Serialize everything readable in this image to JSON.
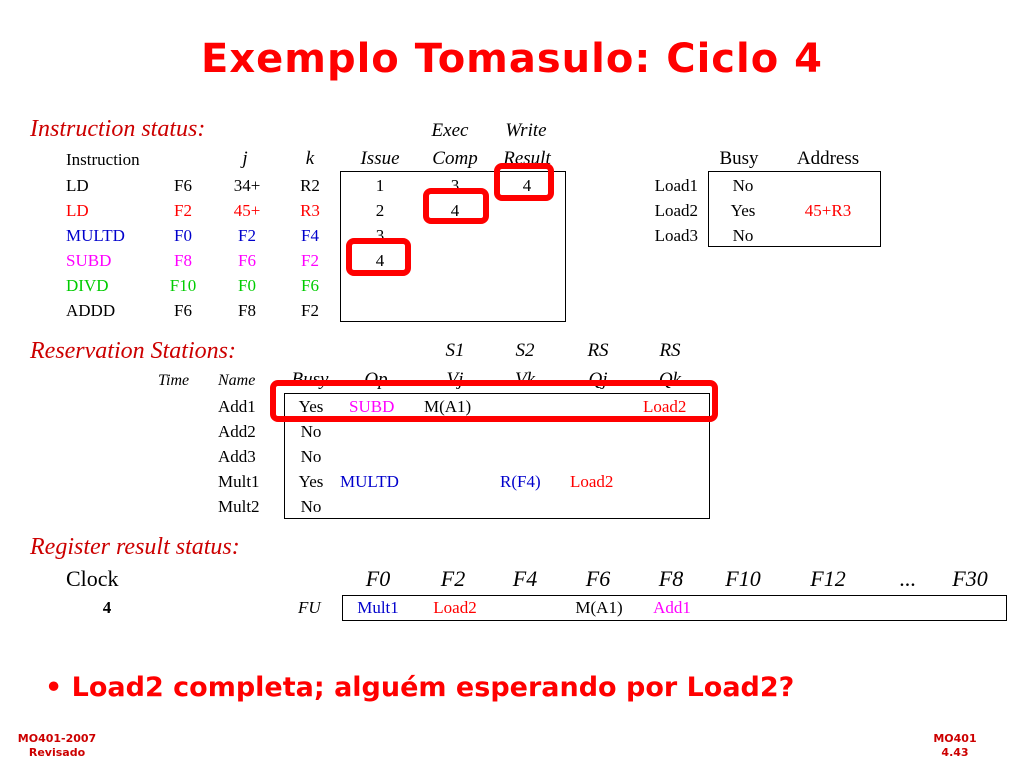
{
  "title": "Exemplo Tomasulo: Ciclo 4",
  "instruction_status": {
    "heading": "Instruction status:",
    "headers": {
      "instruction": "Instruction",
      "j": "j",
      "k": "k",
      "issue": "Issue",
      "exec_top": "Exec",
      "exec_bottom": "Comp",
      "write_top": "Write",
      "write_bottom": "Result"
    },
    "rows": [
      {
        "op": "LD",
        "dest": "F6",
        "j": "34+",
        "k": "R2",
        "issue": "1",
        "exec": "3",
        "write": "4",
        "color": "#000000"
      },
      {
        "op": "LD",
        "dest": "F2",
        "j": "45+",
        "k": "R3",
        "issue": "2",
        "exec": "4",
        "write": "",
        "color": "#ff0000"
      },
      {
        "op": "MULTD",
        "dest": "F0",
        "j": "F2",
        "k": "F4",
        "issue": "3",
        "exec": "",
        "write": "",
        "color": "#0000cc"
      },
      {
        "op": "SUBD",
        "dest": "F8",
        "j": "F6",
        "k": "F2",
        "issue": "4",
        "exec": "",
        "write": "",
        "color": "#ff00ff"
      },
      {
        "op": "DIVD",
        "dest": "F10",
        "j": "F0",
        "k": "F6",
        "issue": "",
        "exec": "",
        "write": "",
        "color": "#00cc00"
      },
      {
        "op": "ADDD",
        "dest": "F6",
        "j": "F8",
        "k": "F2",
        "issue": "",
        "exec": "",
        "write": "",
        "color": "#000000"
      }
    ]
  },
  "load_buffers": {
    "headers": {
      "busy": "Busy",
      "address": "Address"
    },
    "rows": [
      {
        "name": "Load1",
        "busy": "No",
        "address": ""
      },
      {
        "name": "Load2",
        "busy": "Yes",
        "address": "45+R3"
      },
      {
        "name": "Load3",
        "busy": "No",
        "address": ""
      }
    ]
  },
  "reservation_stations": {
    "heading": "Reservation Stations:",
    "top_headers": {
      "s1": "S1",
      "s2": "S2",
      "rs1": "RS",
      "rs2": "RS"
    },
    "headers": {
      "time": "Time",
      "name": "Name",
      "busy": "Busy",
      "op": "Op",
      "vj": "Vj",
      "vk": "Vk",
      "qj": "Qj",
      "qk": "Qk"
    },
    "rows": [
      {
        "name": "Add1",
        "busy": "Yes",
        "op": "SUBD",
        "vj": "M(A1)",
        "vk": "",
        "qj": "",
        "qk": "Load2"
      },
      {
        "name": "Add2",
        "busy": "No",
        "op": "",
        "vj": "",
        "vk": "",
        "qj": "",
        "qk": ""
      },
      {
        "name": "Add3",
        "busy": "No",
        "op": "",
        "vj": "",
        "vk": "",
        "qj": "",
        "qk": ""
      },
      {
        "name": "Mult1",
        "busy": "Yes",
        "op": "MULTD",
        "vj": "",
        "vk": "R(F4)",
        "qj": "Load2",
        "qk": ""
      },
      {
        "name": "Mult2",
        "busy": "No",
        "op": "",
        "vj": "",
        "vk": "",
        "qj": "",
        "qk": ""
      }
    ]
  },
  "register_status": {
    "heading": "Register result status:",
    "clock_label": "Clock",
    "clock_value": "4",
    "fu_label": "FU",
    "registers": [
      "F0",
      "F2",
      "F4",
      "F6",
      "F8",
      "F10",
      "F12",
      "...",
      "F30"
    ],
    "fu_values": [
      "Mult1",
      "Load2",
      "",
      "M(A1)",
      "Add1",
      "",
      "",
      "",
      ""
    ]
  },
  "bullet": "Load2 completa; alguém esperando por Load2?",
  "footer_left": [
    "MO401-2007",
    "Revisado"
  ],
  "footer_right": [
    "MO401",
    "4.43"
  ]
}
